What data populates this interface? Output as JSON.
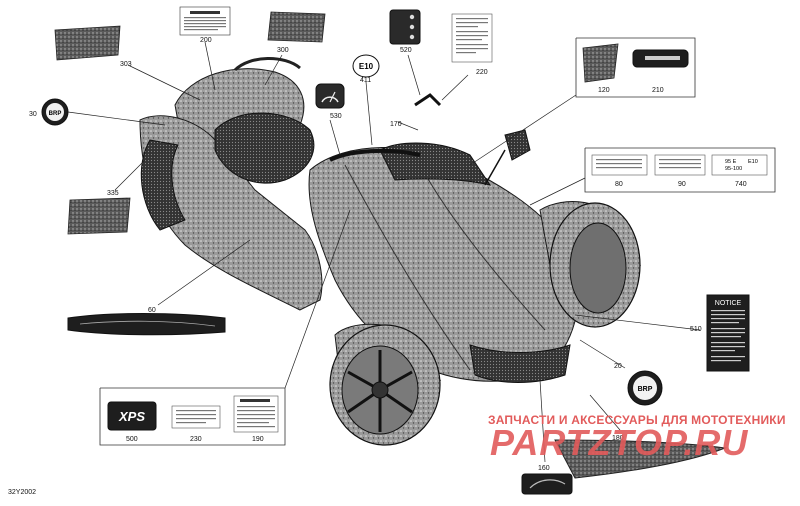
{
  "diagram_code": "32Y2002",
  "watermark": {
    "line1": "ЗАПЧАСТИ И АКСЕССУАРЫ ДЛЯ МОТОТЕХНИКИ",
    "line2": "PARTZTOP.RU"
  },
  "callouts": {
    "c200": "200",
    "c300": "300",
    "c303": "303",
    "c30": "30",
    "c335": "335",
    "c60": "60",
    "c411": "411",
    "c530": "530",
    "c520": "520",
    "c220": "220",
    "c170": "170",
    "c120": "120",
    "c210": "210",
    "c80": "80",
    "c90": "90",
    "c740": "740",
    "c510": "510",
    "c20": "20",
    "c160": "160",
    "c180": "180",
    "c500": "500",
    "c230": "230",
    "c190": "190"
  },
  "decal_texts": {
    "e10": "E10",
    "xps": "XPS",
    "brp": "BRP",
    "notice": "NOTICE",
    "fuel_top": "95 E",
    "fuel_mid": "95-100",
    "fuel_bot": "E10"
  },
  "colors": {
    "line": "#222222",
    "watermark": "#e25b5b",
    "decal_dark": "#2a2a2a"
  }
}
